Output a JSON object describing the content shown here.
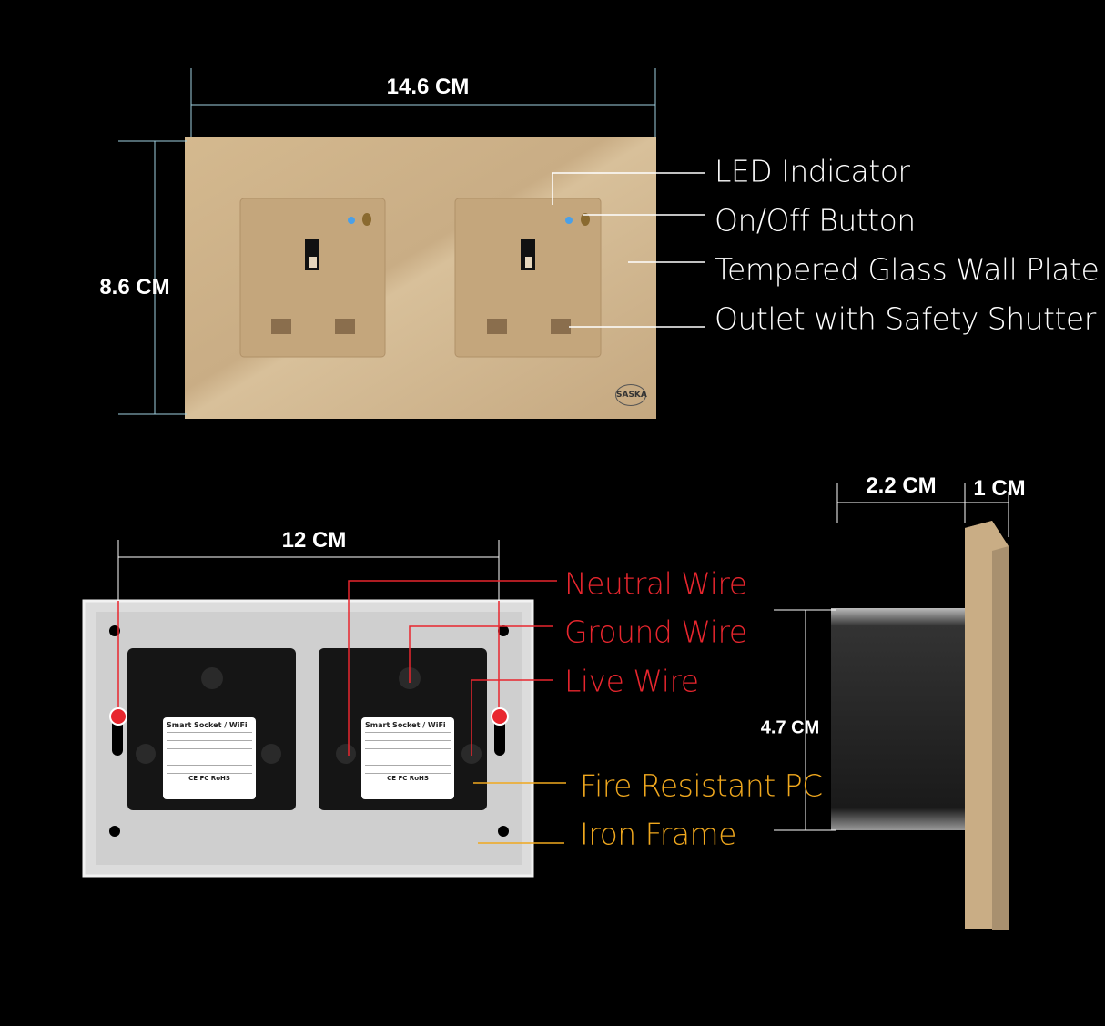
{
  "dimensions": {
    "front_width": "14.6 CM",
    "front_height": "8.6 CM",
    "back_width": "12 CM",
    "side_depth": "2.2 CM",
    "side_plate": "1 CM",
    "side_height": "4.7 CM"
  },
  "callouts_front": [
    {
      "label": "LED Indicator"
    },
    {
      "label": "On/Off Button"
    },
    {
      "label": "Tempered Glass Wall Plate"
    },
    {
      "label": "Outlet with Safety Shutter"
    }
  ],
  "callouts_wiring": [
    {
      "label": "Neutral Wire"
    },
    {
      "label": "Ground Wire"
    },
    {
      "label": "Live Wire"
    }
  ],
  "callouts_materials": [
    {
      "label": "Fire Resistant PC"
    },
    {
      "label": "Iron Frame"
    }
  ],
  "module_label": {
    "title": "Smart Socket / WiFi",
    "marks": "CE FC RoHS"
  },
  "logo": "SASKA",
  "colors": {
    "plate": "#c9ad85",
    "wire_red": "#e8262e",
    "material_orange": "#f0a81e",
    "background": "#000000"
  }
}
